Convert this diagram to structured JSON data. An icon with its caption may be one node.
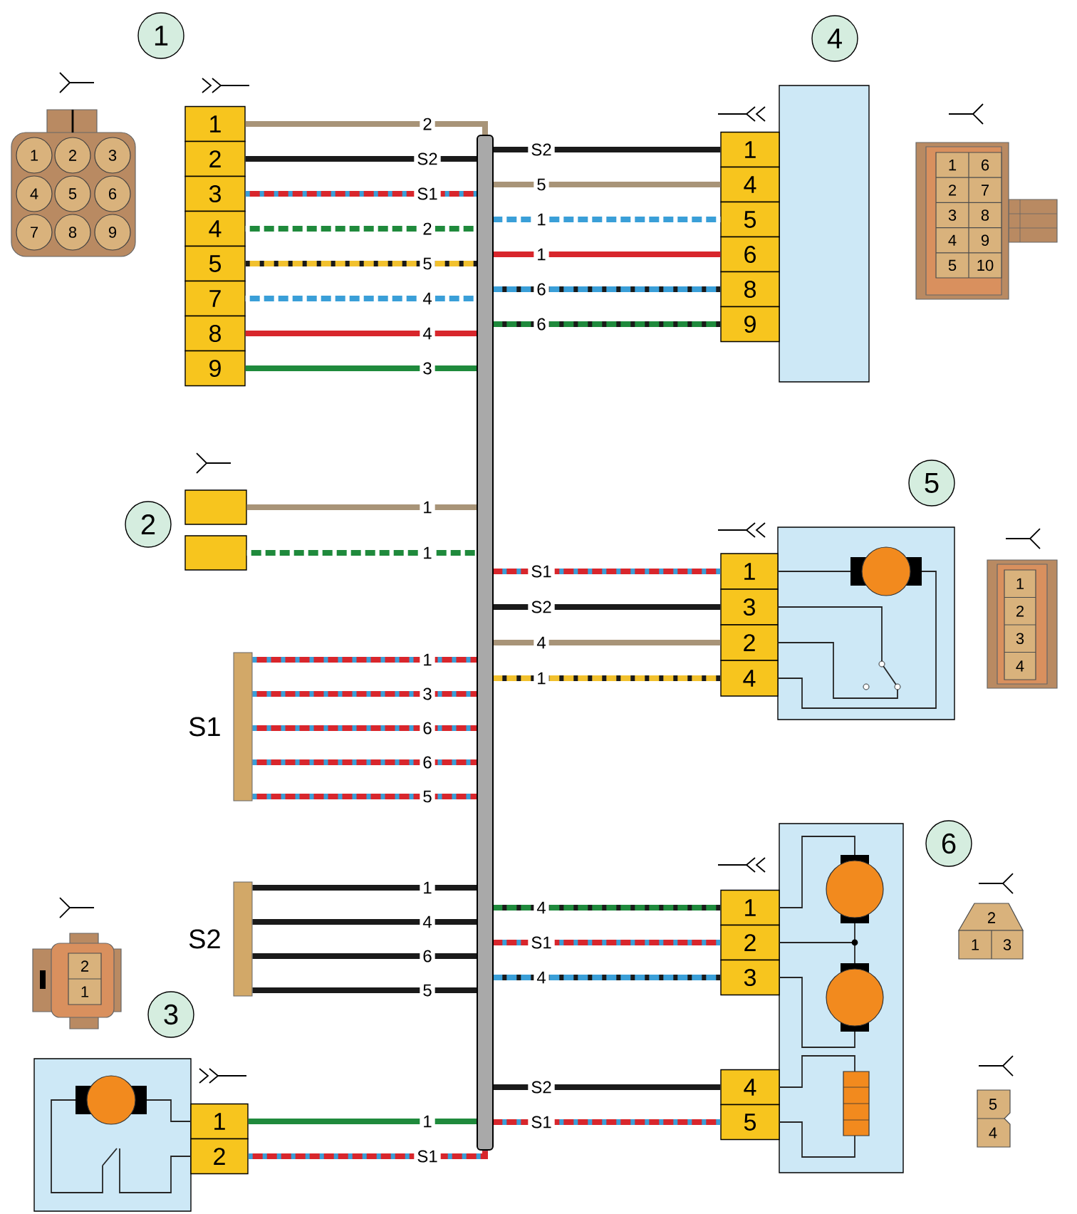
{
  "diagram": {
    "nodes": [
      {
        "text": [
          "1"
        ]
      },
      {
        "text": [
          "1"
        ]
      },
      {
        "text": [
          "2"
        ]
      },
      {
        "text": [
          "3"
        ]
      },
      {
        "text": [
          "4"
        ]
      },
      {
        "text": [
          "5"
        ]
      },
      {
        "text": [
          "7"
        ]
      },
      {
        "text": [
          "8"
        ]
      },
      {
        "text": [
          "9"
        ]
      },
      {
        "text": [
          "4"
        ]
      },
      {
        "text": [],
        "shape": "box"
      },
      {
        "text": [
          "1"
        ]
      },
      {
        "text": [
          "4"
        ]
      },
      {
        "text": [
          "5"
        ]
      },
      {
        "text": [
          "6"
        ]
      },
      {
        "text": [
          "8"
        ]
      },
      {
        "text": [
          "9"
        ]
      },
      {
        "text": [],
        "shape": "bar"
      },
      {
        "text": [
          "2"
        ]
      },
      {
        "text": [],
        "shape": "box"
      },
      {
        "text": [],
        "shape": "box"
      },
      {
        "text": [
          "5"
        ]
      },
      {
        "text": [],
        "shape": "box"
      },
      {
        "text": [
          "1"
        ]
      },
      {
        "text": [
          "3"
        ]
      },
      {
        "text": [
          "2"
        ]
      },
      {
        "text": [
          "4"
        ]
      },
      {
        "text": [
          "S1"
        ]
      },
      {
        "text": [
          "S2"
        ]
      },
      {
        "text": [
          "6"
        ]
      },
      {
        "text": [],
        "shape": "box"
      },
      {
        "text": [
          "1"
        ]
      },
      {
        "text": [
          "2"
        ]
      },
      {
        "text": [
          "3"
        ]
      },
      {
        "text": [
          "4"
        ]
      },
      {
        "text": [
          "5"
        ]
      },
      {
        "text": [
          "3"
        ]
      },
      {
        "text": [],
        "shape": "box"
      },
      {
        "text": [
          "1"
        ]
      },
      {
        "text": [
          "2"
        ]
      }
    ],
    "edges": [
      {
        "from": 1,
        "to": 17,
        "arrow": "none",
        "label": "2",
        "color": "#a89478"
      },
      {
        "from": 2,
        "to": 17,
        "arrow": "none",
        "label": "S2",
        "color": "#1a1a1a"
      },
      {
        "from": 3,
        "to": 17,
        "arrow": "none",
        "label": "S1"
      },
      {
        "from": 4,
        "to": 17,
        "arrow": "none",
        "label": "2",
        "color": "#1f8a3c"
      },
      {
        "from": 5,
        "to": 17,
        "arrow": "none",
        "label": "5",
        "color": "#f2c12e"
      },
      {
        "from": 6,
        "to": 17,
        "arrow": "none",
        "label": "4",
        "color": "#3a9fd8"
      },
      {
        "from": 7,
        "to": 17,
        "arrow": "none",
        "label": "4"
      },
      {
        "from": 8,
        "to": 17,
        "arrow": "none",
        "label": "3",
        "color": "#1f8a3c"
      },
      {
        "from": 11,
        "to": 17,
        "arrow": "none",
        "label": "S2",
        "color": "#1a1a1a"
      },
      {
        "from": 12,
        "to": 17,
        "arrow": "none",
        "label": "5",
        "color": "#a89478"
      },
      {
        "from": 13,
        "to": 17,
        "arrow": "none",
        "label": "1",
        "color": "#3a9fd8"
      },
      {
        "from": 14,
        "to": 17,
        "arrow": "none",
        "label": "1"
      },
      {
        "from": 15,
        "to": 17,
        "arrow": "none",
        "label": "6",
        "color": "#3a9fd8"
      },
      {
        "from": 16,
        "to": 17,
        "arrow": "none",
        "label": "6",
        "color": "#1f8a3c"
      },
      {
        "from": 19,
        "to": 17,
        "arrow": "none",
        "label": "1",
        "color": "#a89478"
      },
      {
        "from": 20,
        "to": 17,
        "arrow": "none",
        "label": "1",
        "color": "#1f8a3c"
      },
      {
        "from": 23,
        "to": 17,
        "arrow": "none",
        "label": "S1"
      },
      {
        "from": 24,
        "to": 17,
        "arrow": "none",
        "label": "S2",
        "color": "#1a1a1a"
      },
      {
        "from": 25,
        "to": 17,
        "arrow": "none",
        "label": "4",
        "color": "#a89478"
      },
      {
        "from": 26,
        "to": 17,
        "arrow": "none",
        "label": "1",
        "color": "#f2c12e"
      },
      {
        "from": 27,
        "to": 17,
        "arrow": "none",
        "label": "1"
      },
      {
        "from": 27,
        "to": 17,
        "arrow": "none",
        "label": "3"
      },
      {
        "from": 27,
        "to": 17,
        "arrow": "none",
        "label": "6"
      },
      {
        "from": 27,
        "to": 17,
        "arrow": "none",
        "label": "6"
      },
      {
        "from": 27,
        "to": 17,
        "arrow": "none",
        "label": "5"
      },
      {
        "from": 28,
        "to": 17,
        "arrow": "none",
        "label": "1",
        "color": "#1a1a1a"
      },
      {
        "from": 28,
        "to": 17,
        "arrow": "none",
        "label": "4",
        "color": "#1a1a1a"
      },
      {
        "from": 28,
        "to": 17,
        "arrow": "none",
        "label": "6",
        "color": "#1a1a1a"
      },
      {
        "from": 28,
        "to": 17,
        "arrow": "none",
        "label": "5",
        "color": "#1a1a1a"
      },
      {
        "from": 31,
        "to": 17,
        "arrow": "none",
        "label": "4",
        "color": "#1f8a3c"
      },
      {
        "from": 32,
        "to": 17,
        "arrow": "none",
        "label": "S1"
      },
      {
        "from": 33,
        "to": 17,
        "arrow": "none",
        "label": "4",
        "color": "#3a9fd8"
      },
      {
        "from": 34,
        "to": 17,
        "arrow": "none",
        "label": "S2",
        "color": "#1a1a1a"
      },
      {
        "from": 35,
        "to": 17,
        "arrow": "none",
        "label": "S1"
      },
      {
        "from": 38,
        "to": 17,
        "arrow": "none",
        "label": "1",
        "color": "#1f8a3c"
      },
      {
        "from": 39,
        "to": 17,
        "arrow": "none",
        "label": "S1"
      }
    ],
    "labels": [
      "1",
      "2",
      "3",
      "4",
      "5",
      "6",
      "7",
      "8",
      "9",
      "1",
      "6",
      "2",
      "7",
      "3",
      "8",
      "4",
      "9",
      "5",
      "10",
      "1",
      "2",
      "3",
      "4",
      "2",
      "1",
      "3",
      "2",
      "1",
      "5",
      "4"
    ]
  }
}
